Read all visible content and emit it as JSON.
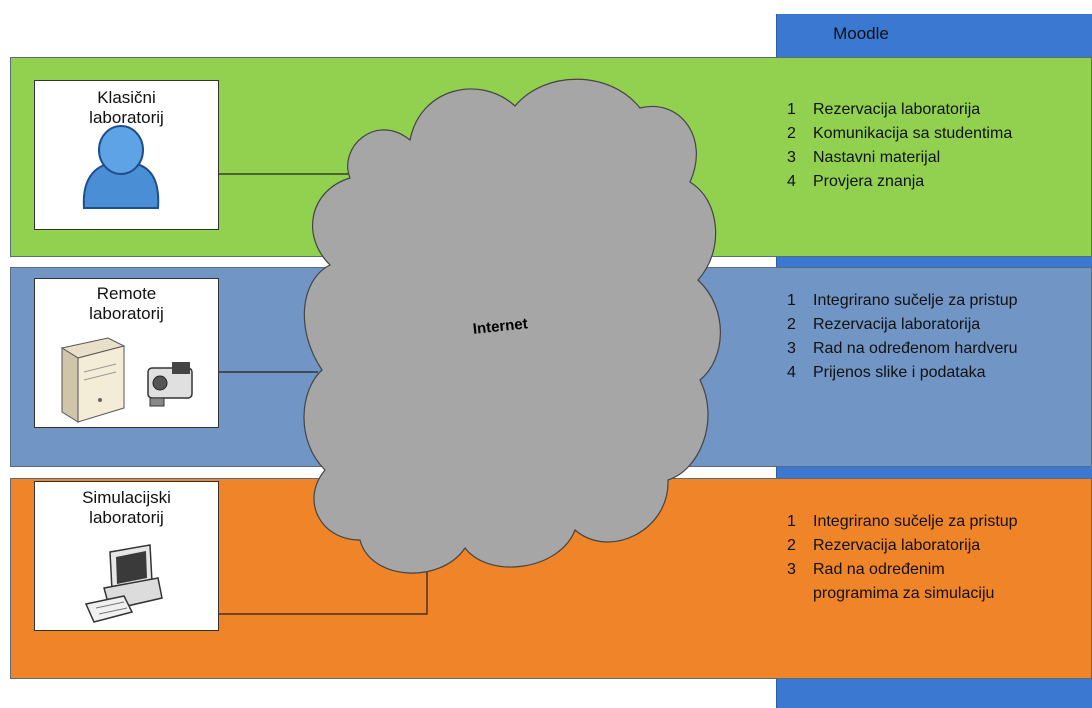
{
  "moodle": {
    "title": "Moodle"
  },
  "cloud": {
    "label": "Internet"
  },
  "labs": [
    {
      "title_lines": [
        "Klasični",
        "laboratorij"
      ],
      "features": [
        {
          "num": "1",
          "text": "Rezervacija laboratorija"
        },
        {
          "num": "2",
          "text": "Komunikacija sa studentima"
        },
        {
          "num": "3",
          "text": "Nastavni materijal"
        },
        {
          "num": "4",
          "text": "Provjera znanja"
        }
      ]
    },
    {
      "title_lines": [
        "Remote",
        "laboratorij"
      ],
      "features": [
        {
          "num": "1",
          "text": "Integrirano sučelje za pristup"
        },
        {
          "num": "2",
          "text": "Rezervacija laboratorija"
        },
        {
          "num": "3",
          "text": "Rad na određenom hardveru"
        },
        {
          "num": "4",
          "text": "Prijenos slike i podataka"
        }
      ]
    },
    {
      "title_lines": [
        "Simulacijski",
        "laboratorij"
      ],
      "features": [
        {
          "num": "1",
          "text": "Integrirano sučelje za pristup"
        },
        {
          "num": "2",
          "text": "Rezervacija laboratorija"
        },
        {
          "num": "3",
          "text": "Rad na određenim",
          "cont": "programima za simulaciju"
        }
      ]
    }
  ],
  "colors": {
    "moodle": "#3a78d2",
    "classic": "#92d050",
    "remote": "#7195c4",
    "simulation": "#ef8428",
    "cloud": "#a6a6a6"
  },
  "icons": [
    "user-icon",
    "server-icon",
    "camera-icon",
    "computer-icon"
  ]
}
